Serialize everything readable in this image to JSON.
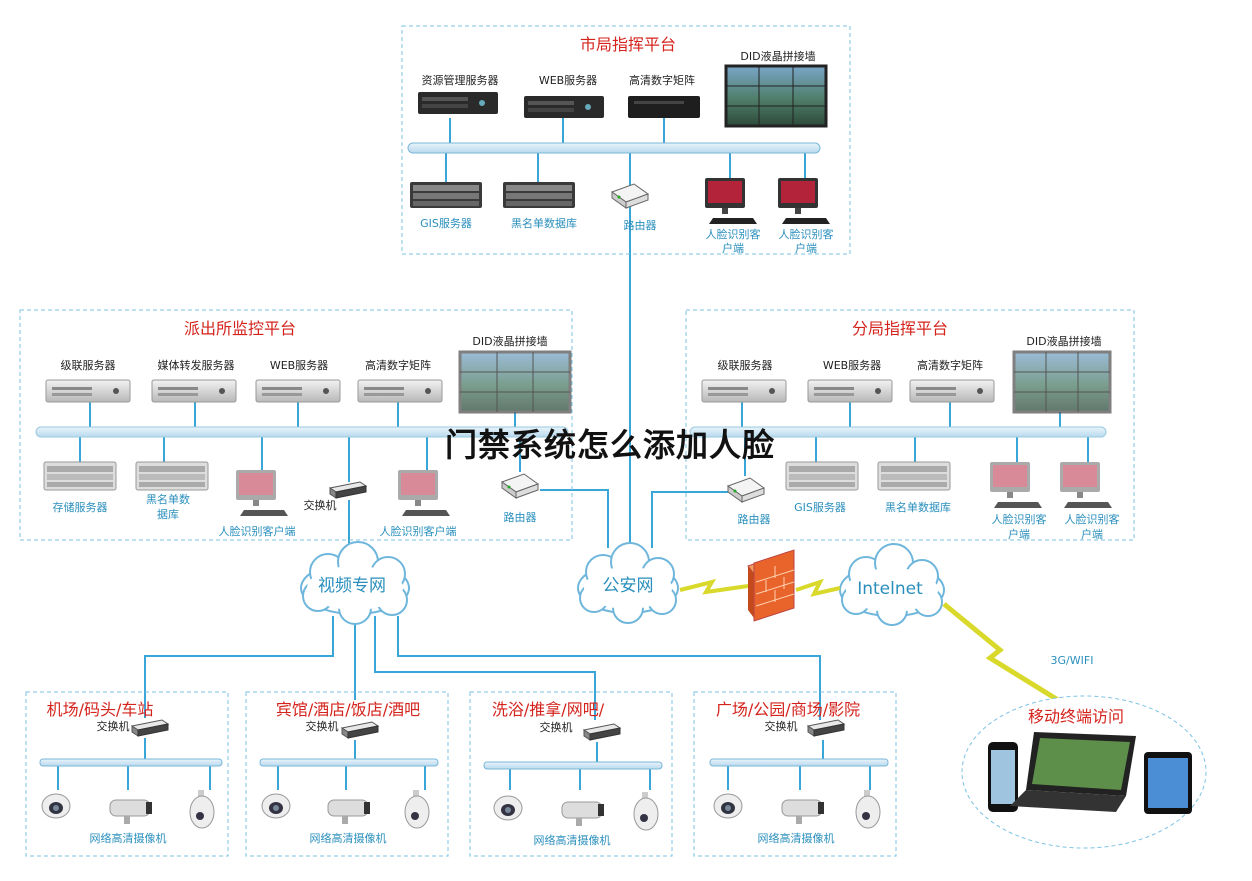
{
  "overlay_title": "门禁系统怎么添加人脸",
  "colors": {
    "line": "#3aa6d8",
    "region_title": "#d4231c",
    "cloud_text": "#2a8fbd",
    "lightning": "#d9d92b",
    "firewall": "#e8642a"
  },
  "city": {
    "title": "市局指挥平台",
    "resource_server": "资源管理服务器",
    "web_server": "WEB服务器",
    "matrix": "高清数字矩阵",
    "video_wall": "DID液晶拼接墙",
    "gis_server": "GIS服务器",
    "blacklist_db": "黑名单数据库",
    "router": "路由器",
    "face_client_1": [
      "人脸识别客",
      "户端"
    ],
    "face_client_2": [
      "人脸识别客",
      "户端"
    ]
  },
  "police": {
    "title": "派出所监控平台",
    "cascade_server": "级联服务器",
    "media_server": "媒体转发服务器",
    "web_server": "WEB服务器",
    "matrix": "高清数字矩阵",
    "video_wall": "DID液晶拼接墙",
    "storage_server": "存储服务器",
    "blacklist_db": [
      "黑名单数",
      "据库"
    ],
    "switch": "交换机",
    "face_client_1": "人脸识别客户端",
    "face_client_2": "人脸识别客户端",
    "router": "路由器"
  },
  "branch": {
    "title": "分局指挥平台",
    "cascade_server": "级联服务器",
    "web_server": "WEB服务器",
    "matrix": "高清数字矩阵",
    "video_wall": "DID液晶拼接墙",
    "router": "路由器",
    "gis_server": "GIS服务器",
    "blacklist_db": "黑名单数据库",
    "face_client_1": [
      "人脸识别客",
      "户端"
    ],
    "face_client_2": [
      "人脸识别客",
      "户端"
    ]
  },
  "clouds": {
    "video_net": "视频专网",
    "police_net": "公安网",
    "internet": "Intelnet"
  },
  "wireless": "3G/WIFI",
  "mobile": {
    "title": "移动终端访问"
  },
  "sites": [
    {
      "title": "机场/码头/车站",
      "switch": "交换机",
      "cameras": "网络高清摄像机"
    },
    {
      "title": "宾馆/酒店/饭店/酒吧",
      "switch": "交换机",
      "cameras": "网络高清摄像机"
    },
    {
      "title": "洗浴/推拿/网吧/",
      "switch": "交换机",
      "cameras": "网络高清摄像机"
    },
    {
      "title": "广场/公园/商场/影院",
      "switch": "交换机",
      "cameras": "网络高清摄像机"
    }
  ]
}
